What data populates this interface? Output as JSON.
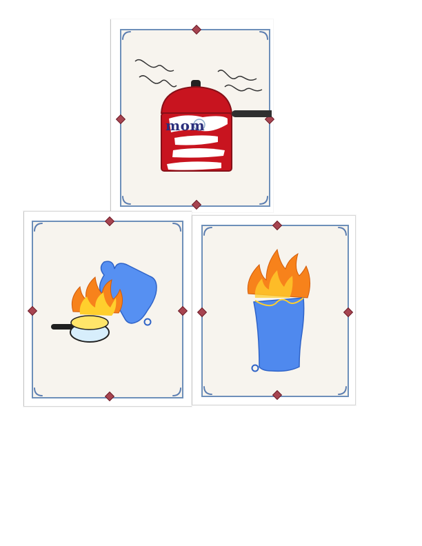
{
  "page": {
    "background": "#ffffff"
  },
  "cards": [
    {
      "id": "pressure-cooker",
      "picture": "pressure-cooker-icon",
      "label": "mom"
    },
    {
      "id": "oven-mitt-pot",
      "picture": "oven-mitt-pot-icon"
    },
    {
      "id": "burning-mitt",
      "picture": "burning-mitt-icon"
    }
  ],
  "colors": {
    "frame_border": "#6d8fb9",
    "frame_fill": "#f7f4ee",
    "diamond": "#a74450",
    "pot_red": "#c8141f",
    "mitt_blue": "#4f89ee",
    "flame_orange": "#f7821b",
    "flame_yellow": "#ffcf2d",
    "text_navy": "#2b2f7c"
  }
}
